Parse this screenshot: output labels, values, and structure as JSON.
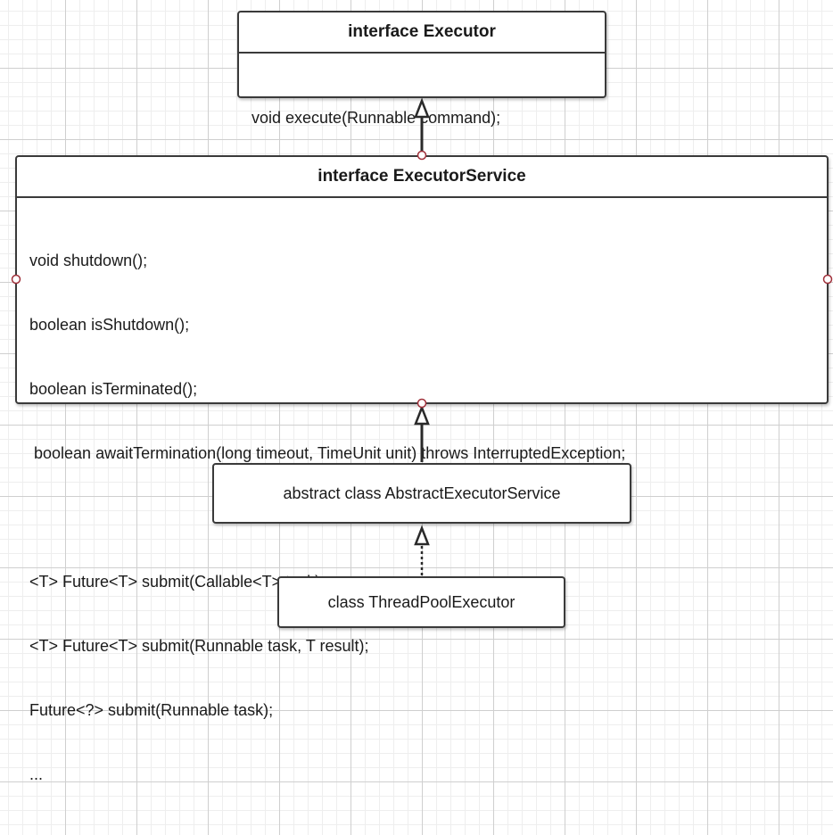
{
  "executor": {
    "title": "interface Executor",
    "methods": [
      "void execute(Runnable command);"
    ]
  },
  "executor_service": {
    "title": "interface ExecutorService",
    "methods": [
      "void shutdown();",
      "boolean isShutdown();",
      "boolean isTerminated();",
      " boolean awaitTermination(long timeout, TimeUnit unit) throws InterruptedException;",
      "",
      "<T> Future<T> submit(Callable<T> task);",
      "<T> Future<T> submit(Runnable task, T result);",
      "Future<?> submit(Runnable task);",
      "..."
    ]
  },
  "abstract_executor_service": {
    "label": "abstract class AbstractExecutorService"
  },
  "thread_pool_executor": {
    "label": "class ThreadPoolExecutor"
  },
  "colors": {
    "border": "#3a3a3a",
    "connection_point": "#a0303a",
    "grid": "#cfcfcf"
  }
}
